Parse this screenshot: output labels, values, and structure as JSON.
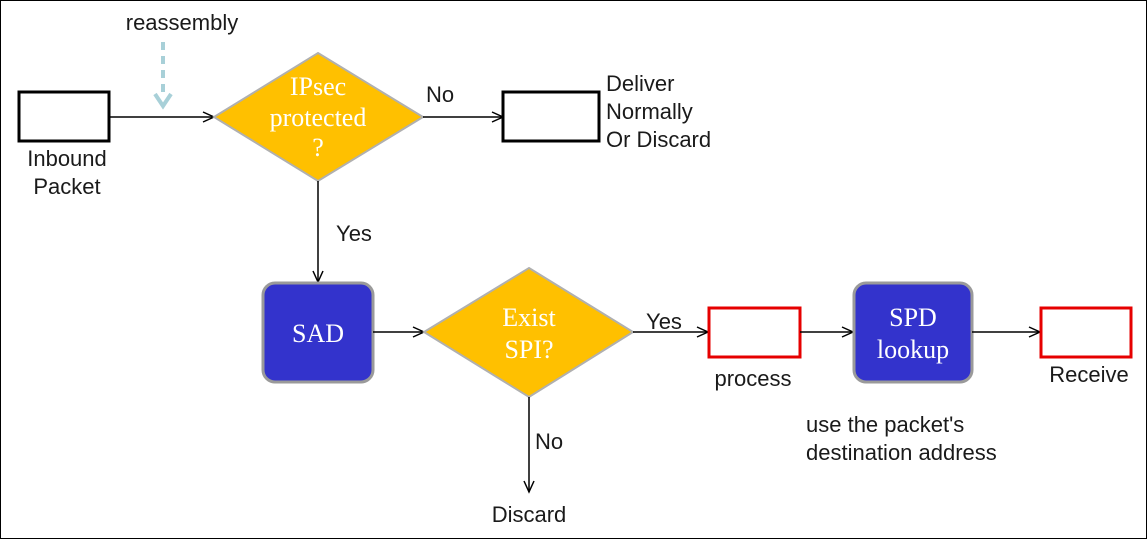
{
  "colors": {
    "diamond_fill": "#FFC000",
    "diamond_stroke": "#B0B0B0",
    "process_fill": "#3333CC",
    "process_stroke": "#9A9A9A",
    "red_box": "#E60000",
    "black_box": "#000000",
    "dashed_arrow": "#A8D0D8"
  },
  "labels": {
    "reassembly": "reassembly",
    "inbound": [
      "Inbound",
      "Packet"
    ],
    "ipsec": [
      "IPsec",
      "protected",
      "?"
    ],
    "no_top": "No",
    "deliver": [
      "Deliver",
      "Normally",
      "Or Discard"
    ],
    "yes_left": "Yes",
    "sad": "SAD",
    "exist": [
      "Exist",
      "SPI?"
    ],
    "yes_right": "Yes",
    "process": "process",
    "spd": [
      "SPD",
      "lookup"
    ],
    "receive": "Receive",
    "no_bottom": "No",
    "discard": "Discard",
    "note": [
      "use the packet's",
      "destination address"
    ]
  },
  "icons": {
    "arrowhead": "open-arrow-icon"
  }
}
